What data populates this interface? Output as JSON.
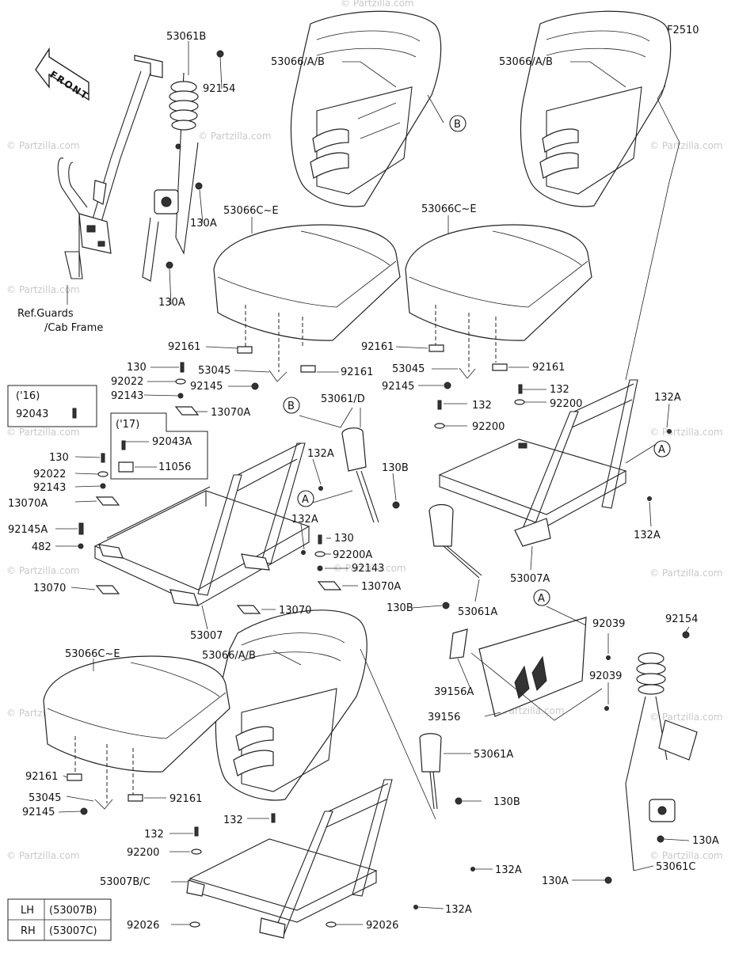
{
  "figure_code": "F2510",
  "front_arrow": "FRONT",
  "ref_note": [
    "Ref.Guards",
    "/Cab Frame"
  ],
  "watermark": "© Partzilla.com",
  "callout_letters": {
    "a": "A",
    "b": "B"
  },
  "year_boxes": {
    "y16_label": "('16)",
    "y16_part": "92043",
    "y17_label": "('17)"
  },
  "legend": [
    {
      "side": "LH",
      "code": "(53007B)"
    },
    {
      "side": "RH",
      "code": "(53007C)"
    }
  ],
  "labels": {
    "l53061B": "53061B",
    "l92154a": "92154",
    "l130A_1": "130A",
    "l130A_2": "130A",
    "l53066_1": "53066/A/B",
    "l53066_2": "53066/A/B",
    "l53066_3": "53066/A/B",
    "l53066C_1": "53066C~E",
    "l53066C_2": "53066C~E",
    "l53066C_3": "53066C~E",
    "l92161_1": "92161",
    "l92161_2": "92161",
    "l92161_3": "92161",
    "l92161_4": "92161",
    "l92161_5": "92161",
    "l92161_6": "92161",
    "l53045_1": "53045",
    "l53045_2": "53045",
    "l53045_3": "53045",
    "l92145_1": "92145",
    "l92145_2": "92145",
    "l92145_3": "92145",
    "l130_1": "130",
    "l130_2": "130",
    "l130_3": "130",
    "l92022_1": "92022",
    "l92022_2": "92022",
    "l92143_1": "92143",
    "l92143_2": "92143",
    "l92143_3": "92143",
    "l13070A_1": "13070A",
    "l13070A_2": "13070A",
    "l13070A_3": "13070A",
    "l92043A": "92043A",
    "l11056": "11056",
    "l92145A": "92145A",
    "l482": "482",
    "l13070_1": "13070",
    "l13070_2": "13070",
    "l53007": "53007",
    "l132A_1": "132A",
    "l132A_2": "132A",
    "l132A_3": "132A",
    "l132A_4": "132A",
    "l132A_5": "132A",
    "l132A_6": "132A",
    "l53061D": "53061/D",
    "l130B_1": "130B",
    "l130B_2": "130B",
    "l130B_3": "130B",
    "l92200A": "92200A",
    "l132_1": "132",
    "l132_2": "132",
    "l132_3": "132",
    "l132_4": "132",
    "l92200_1": "92200",
    "l92200_2": "92200",
    "l92200_3": "92200",
    "l53007A": "53007A",
    "l53061A_1": "53061A",
    "l53061A_2": "53061A",
    "l92039_1": "92039",
    "l92039_2": "92039",
    "l39156A": "39156A",
    "l39156": "39156",
    "l92154b": "92154",
    "l130A_3": "130A",
    "l130A_4": "130A",
    "l53061C": "53061C",
    "l53007BC": "53007B/C",
    "l92026_1": "92026",
    "l92026_2": "92026"
  }
}
